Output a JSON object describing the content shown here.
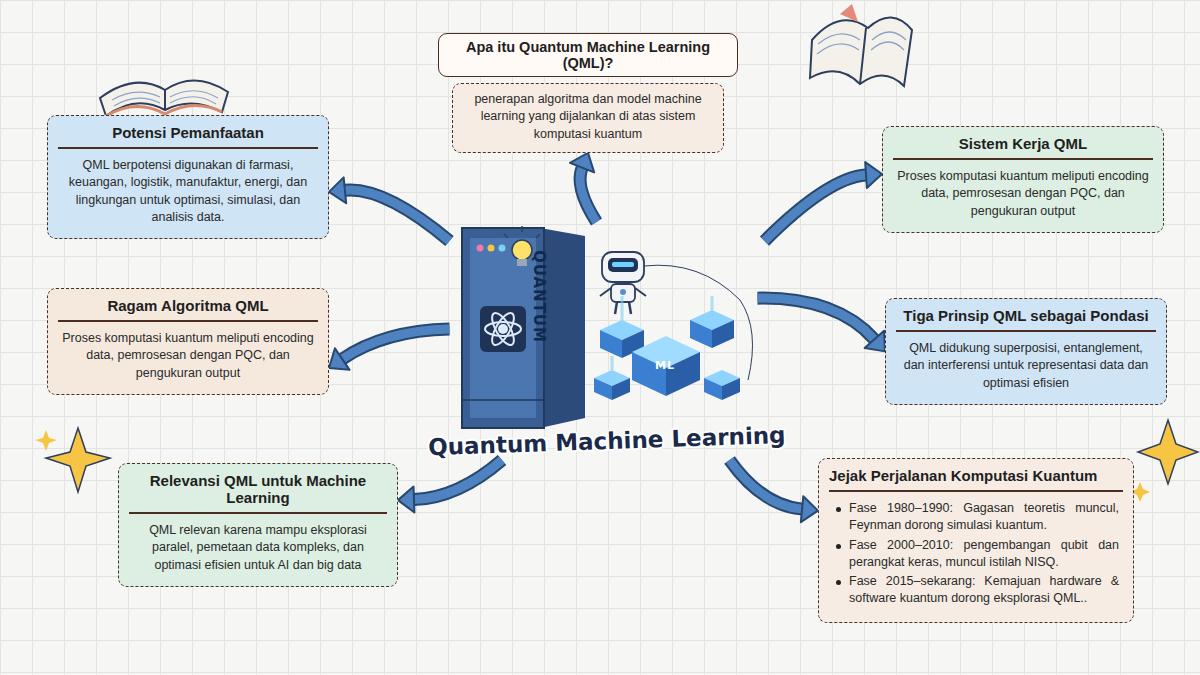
{
  "diagram": {
    "nodes": [
      {
        "text": [
          "Apa itu Quantum Machine Learning (QML)?",
          "penerapan algoritma dan model machine learning yang dijalankan di atas sistem komputasi kuantum"
        ]
      },
      {
        "text": [
          "Potensi Pemanfaatan",
          "QML berpotensi digunakan di farmasi, keuangan, logistik, manufaktur, energi, dan lingkungan untuk optimasi, simulasi, dan analisis data."
        ]
      },
      {
        "text": [
          "Sistem Kerja QML",
          "Proses komputasi kuantum meliputi encoding data, pemrosesan dengan PQC, dan pengukuran output"
        ]
      },
      {
        "text": [
          "Ragam Algoritma QML",
          "Proses komputasi kuantum meliputi encoding data, pemrosesan dengan PQC, dan pengukuran output"
        ]
      },
      {
        "text": [
          "Tiga Prinsip QML sebagai Pondasi",
          "QML didukung superposisi, entanglement, dan interferensi untuk representasi data dan optimasi efisien"
        ]
      },
      {
        "text": [
          "Quantum Machine Learning"
        ]
      },
      {
        "text": [
          "Relevansi QML untuk Machine Learning",
          "QML relevan karena mampu eksplorasi paralel, pemetaan data kompleks, dan optimasi efisien untuk AI dan big data"
        ]
      },
      {
        "text": [
          "Jejak Perjalanan Komputasi Kuantum",
          "Fase 1980–1990: Gagasan teoretis muncul, Feynman dorong simulasi kuantum.",
          "Fase 2000–2010: pengembangan qubit dan perangkat keras, muncul istilah NISQ.",
          "Fase 2015–sekarang: Kemajuan hardware & software kuantum dorong eksplorasi QML.."
        ]
      }
    ],
    "edges": [
      {
        "from": 5,
        "to": 0,
        "arrow": "to"
      },
      {
        "from": 5,
        "to": 1,
        "arrow": "to"
      },
      {
        "from": 5,
        "to": 2,
        "arrow": "to"
      },
      {
        "from": 5,
        "to": 3,
        "arrow": "to"
      },
      {
        "from": 5,
        "to": 4,
        "arrow": "to"
      },
      {
        "from": 5,
        "to": 6,
        "arrow": "to"
      },
      {
        "from": 5,
        "to": 7,
        "arrow": "to"
      }
    ],
    "labels": [
      "QUANTUM",
      "ML"
    ]
  }
}
